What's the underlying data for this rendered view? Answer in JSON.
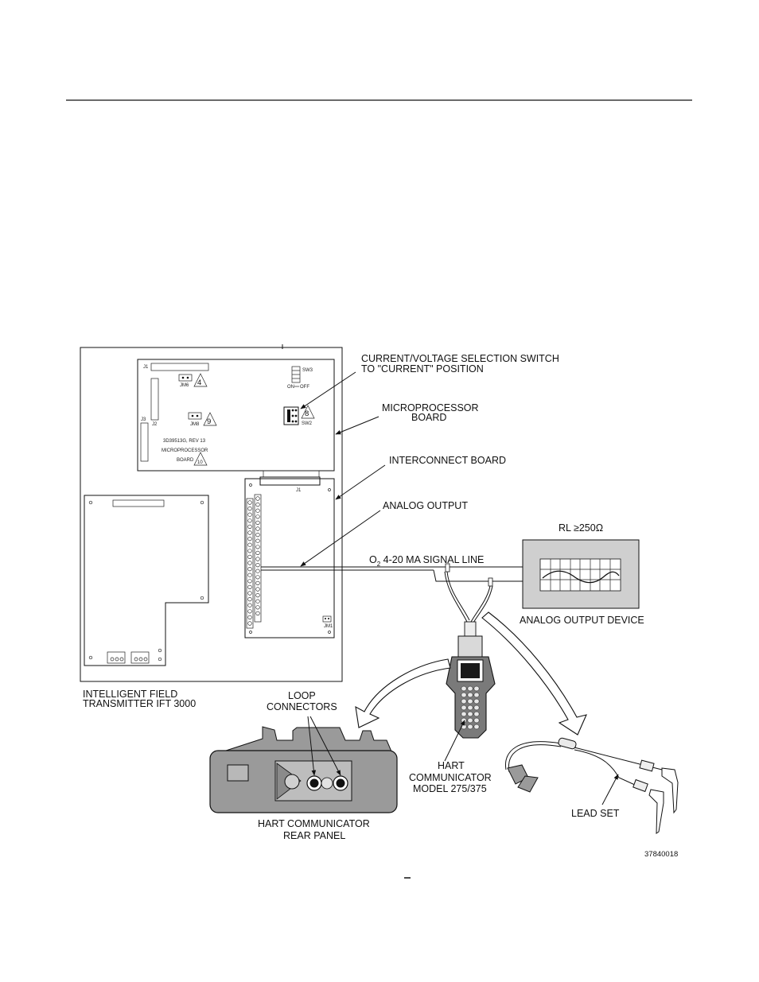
{
  "labels": {
    "switch_line1": "CURRENT/VOLTAGE  SELECTION  SWITCH",
    "switch_line2": "TO  \"CURRENT\"  POSITION",
    "micro_line1": "MICROPROCESSOR",
    "micro_line2": "BOARD",
    "interconnect": "INTERCONNECT  BOARD",
    "analog_output": "ANALOG  OUTPUT",
    "rl": "RL  ≥250Ω",
    "signal_o": "O",
    "signal_sub": "2",
    "signal_rest": "  4-20 MA  SIGNAL LINE",
    "analog_device": "ANALOG OUTPUT DEVICE",
    "ift_line1": "INTELLIGENT  FIELD",
    "ift_line2": "TRANSMITTER  IFT  3000",
    "loop_line1": "LOOP",
    "loop_line2": "CONNECTORS",
    "hart_line1": "HART",
    "hart_line2": "COMMUNICATOR",
    "hart_line3": "MODEL 275/375",
    "lead_set": "LEAD  SET",
    "rear_line1": "HART COMMUNICATOR",
    "rear_line2": "REAR PANEL",
    "figure_id": "37840018"
  },
  "board": {
    "j1": "J1",
    "j2": "J2",
    "j3": "J3",
    "jm6": "JM6",
    "jm8": "JM8",
    "jm1": "JM1",
    "sw3": "SW3",
    "sw2": "SW2",
    "on": "ON",
    "off": "OFF",
    "part_no": "3D39513G, REV 13",
    "board_name": "MICROPROCESSOR",
    "board_word": "BOARD",
    "interconnect_j1": "J1",
    "note_4": "4",
    "note_9": "9",
    "note_8": "8",
    "note_10": "10"
  }
}
